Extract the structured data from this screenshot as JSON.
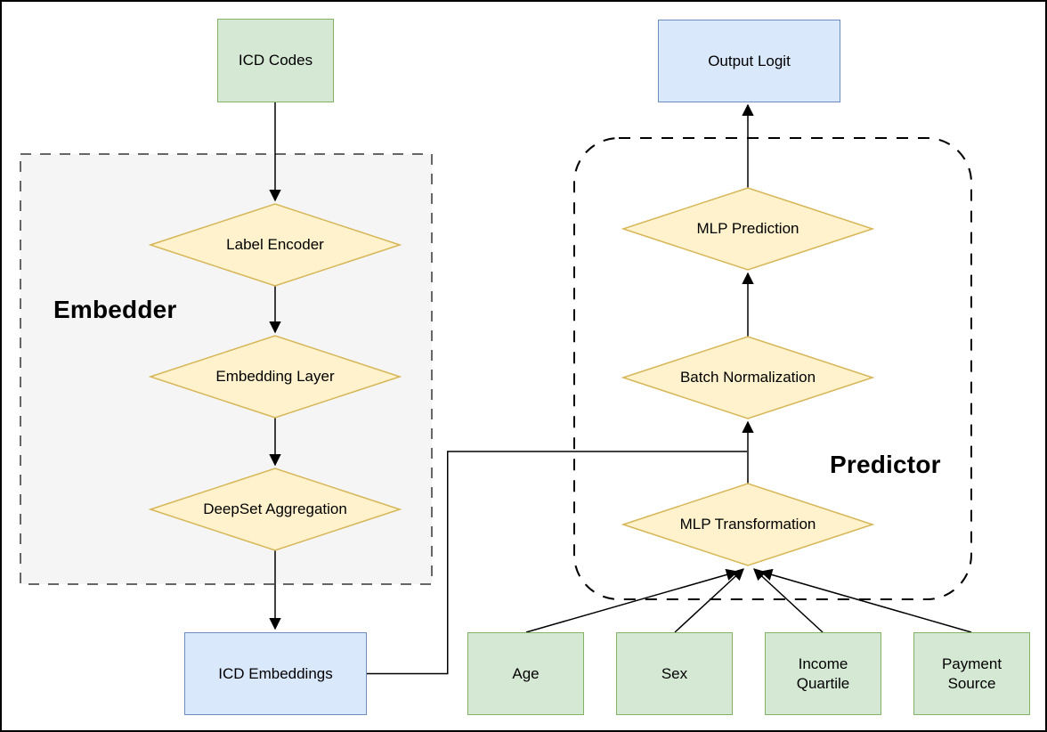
{
  "diagram": {
    "groups": {
      "embedder": {
        "label": "Embedder"
      },
      "predictor": {
        "label": "Predictor"
      }
    },
    "nodes": {
      "icd_codes": {
        "label": "ICD Codes",
        "kind": "input"
      },
      "label_encoder": {
        "label": "Label Encoder",
        "kind": "process"
      },
      "embedding_layer": {
        "label": "Embedding Layer",
        "kind": "process"
      },
      "deepset_aggregation": {
        "label": "DeepSet Aggregation",
        "kind": "process"
      },
      "icd_embeddings": {
        "label": "ICD Embeddings",
        "kind": "intermediate"
      },
      "mlp_transformation": {
        "label": "MLP Transformation",
        "kind": "process"
      },
      "batch_normalization": {
        "label": "Batch Normalization",
        "kind": "process"
      },
      "mlp_prediction": {
        "label": "MLP Prediction",
        "kind": "process"
      },
      "output_logit": {
        "label": "Output Logit",
        "kind": "output"
      },
      "age": {
        "label": "Age",
        "kind": "input"
      },
      "sex": {
        "label": "Sex",
        "kind": "input"
      },
      "income_quartile": {
        "label": "Income Quartile",
        "kind": "input"
      },
      "payment_source": {
        "label": "Payment Source",
        "kind": "input"
      }
    },
    "edges": [
      {
        "from": "icd_codes",
        "to": "label_encoder",
        "arrow": true
      },
      {
        "from": "label_encoder",
        "to": "embedding_layer",
        "arrow": true
      },
      {
        "from": "embedding_layer",
        "to": "deepset_aggregation",
        "arrow": true
      },
      {
        "from": "deepset_aggregation",
        "to": "icd_embeddings",
        "arrow": true
      },
      {
        "from": "icd_embeddings",
        "to": "batch_normalization",
        "arrow": true
      },
      {
        "from": "mlp_transformation",
        "to": "batch_normalization",
        "arrow": true
      },
      {
        "from": "batch_normalization",
        "to": "mlp_prediction",
        "arrow": true
      },
      {
        "from": "mlp_prediction",
        "to": "output_logit",
        "arrow": true
      },
      {
        "from": "age",
        "to": "mlp_transformation",
        "arrow": true
      },
      {
        "from": "sex",
        "to": "mlp_transformation",
        "arrow": true
      },
      {
        "from": "income_quartile",
        "to": "mlp_transformation",
        "arrow": true
      },
      {
        "from": "payment_source",
        "to": "mlp_transformation",
        "arrow": true
      }
    ]
  },
  "colors": {
    "node_green_fill": "#d5e8d4",
    "node_green_stroke": "#82b366",
    "node_blue_fill": "#dae8fc",
    "node_blue_stroke": "#6c8ebf",
    "diamond_fill": "#fff2cc",
    "diamond_stroke": "#d6b656",
    "embedder_fill": "#f5f5f5",
    "embedder_stroke": "#666666",
    "predictor_stroke": "#000000"
  }
}
